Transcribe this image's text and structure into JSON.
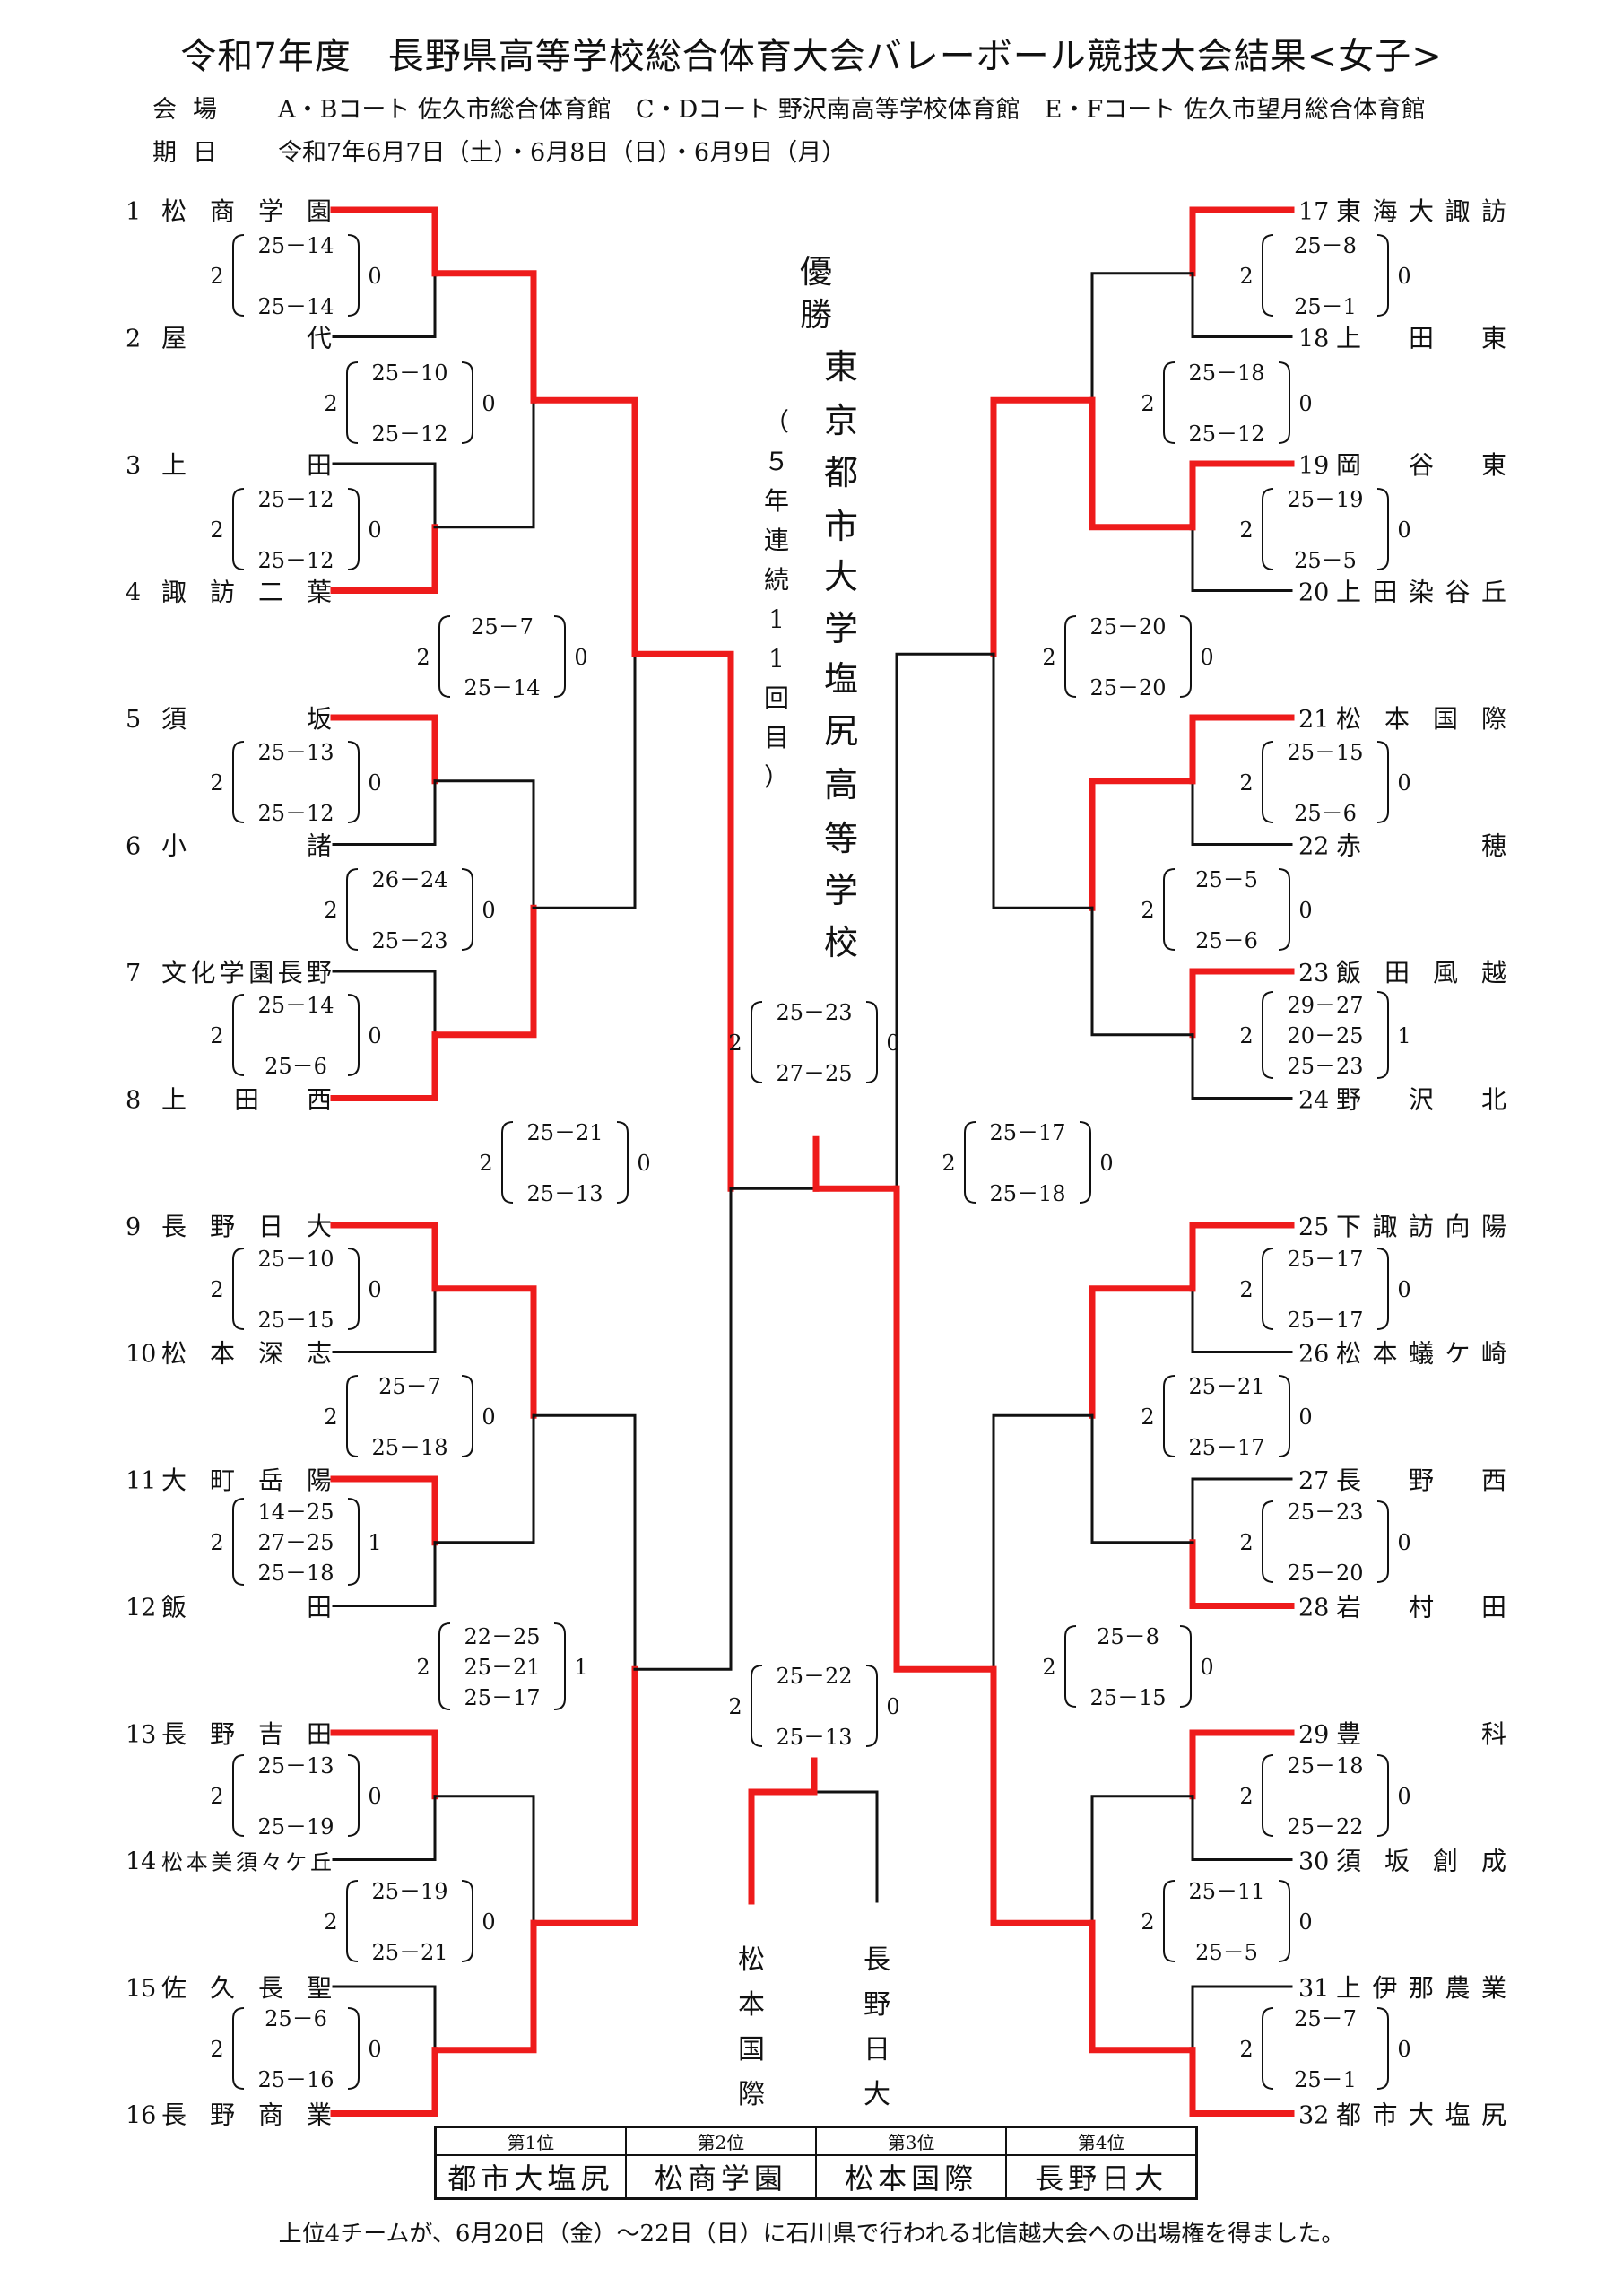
{
  "title": "令和7年度　長野県高等学校総合体育大会バレーボール競技大会結果<女子>",
  "venue_label": "会場",
  "venue_value": "A・Bコート 佐久市総合体育館　C・Dコート 野沢南高等学校体育館　E・Fコート 佐久市望月総合体育館",
  "date_label": "期日",
  "date_value": "令和7年6月7日（土）・6月8日（日）・6月9日（月）",
  "champion": {
    "label": "優勝",
    "school": "東京都市大学塩尻高等学校",
    "note": "（５年連続11回目）"
  },
  "teams": [
    {
      "no": "1",
      "name": "松商学園"
    },
    {
      "no": "2",
      "name": "屋代"
    },
    {
      "no": "3",
      "name": "上田"
    },
    {
      "no": "4",
      "name": "諏訪二葉"
    },
    {
      "no": "5",
      "name": "須坂"
    },
    {
      "no": "6",
      "name": "小諸"
    },
    {
      "no": "7",
      "name": "文化学園長野"
    },
    {
      "no": "8",
      "name": "上田西"
    },
    {
      "no": "9",
      "name": "長野日大"
    },
    {
      "no": "10",
      "name": "松本深志"
    },
    {
      "no": "11",
      "name": "大町岳陽"
    },
    {
      "no": "12",
      "name": "飯田"
    },
    {
      "no": "13",
      "name": "長野吉田"
    },
    {
      "no": "14",
      "name": "松本美須々ケ丘"
    },
    {
      "no": "15",
      "name": "佐久長聖"
    },
    {
      "no": "16",
      "name": "長野商業"
    },
    {
      "no": "17",
      "name": "東海大諏訪"
    },
    {
      "no": "18",
      "name": "上田東"
    },
    {
      "no": "19",
      "name": "岡谷東"
    },
    {
      "no": "20",
      "name": "上田染谷丘"
    },
    {
      "no": "21",
      "name": "松本国際"
    },
    {
      "no": "22",
      "name": "赤穂"
    },
    {
      "no": "23",
      "name": "飯田風越"
    },
    {
      "no": "24",
      "name": "野沢北"
    },
    {
      "no": "25",
      "name": "下諏訪向陽"
    },
    {
      "no": "26",
      "name": "松本蟻ケ崎"
    },
    {
      "no": "27",
      "name": "長野西"
    },
    {
      "no": "28",
      "name": "岩村田"
    },
    {
      "no": "29",
      "name": "豊科"
    },
    {
      "no": "30",
      "name": "須坂創成"
    },
    {
      "no": "31",
      "name": "上伊那農業"
    },
    {
      "no": "32",
      "name": "都市大塩尻"
    }
  ],
  "matches": [
    {
      "left": "2",
      "sets": [
        "25－14",
        "25－14"
      ],
      "right": "0"
    },
    {
      "left": "2",
      "sets": [
        "25－10",
        "25－12"
      ],
      "right": "0"
    },
    {
      "left": "2",
      "sets": [
        "25－12",
        "25－12"
      ],
      "right": "0"
    },
    {
      "left": "2",
      "sets": [
        "25－7",
        "25－14"
      ],
      "right": "0"
    },
    {
      "left": "2",
      "sets": [
        "25－13",
        "25－12"
      ],
      "right": "0"
    },
    {
      "left": "2",
      "sets": [
        "26－24",
        "25－23"
      ],
      "right": "0"
    },
    {
      "left": "2",
      "sets": [
        "25－14",
        "25－6"
      ],
      "right": "0"
    },
    {
      "left": "2",
      "sets": [
        "25－21",
        "25－13"
      ],
      "right": "0"
    },
    {
      "left": "2",
      "sets": [
        "25－10",
        "25－15"
      ],
      "right": "0"
    },
    {
      "left": "2",
      "sets": [
        "25－7",
        "25－18"
      ],
      "right": "0"
    },
    {
      "left": "2",
      "sets": [
        "14－25",
        "27－25",
        "25－18"
      ],
      "right": "1"
    },
    {
      "left": "2",
      "sets": [
        "22－25",
        "25－21",
        "25－17"
      ],
      "right": "1"
    },
    {
      "left": "2",
      "sets": [
        "25－13",
        "25－19"
      ],
      "right": "0"
    },
    {
      "left": "2",
      "sets": [
        "25－19",
        "25－21"
      ],
      "right": "0"
    },
    {
      "left": "2",
      "sets": [
        "25－6",
        "25－16"
      ],
      "right": "0"
    },
    {
      "left": "2",
      "sets": [
        "25－23",
        "27－25"
      ],
      "right": "0"
    },
    {
      "left": "2",
      "sets": [
        "25－22",
        "25－13"
      ],
      "right": "0"
    },
    {
      "left": "2",
      "sets": [
        "25－8",
        "25－1"
      ],
      "right": "0"
    },
    {
      "left": "2",
      "sets": [
        "25－18",
        "25－12"
      ],
      "right": "0"
    },
    {
      "left": "2",
      "sets": [
        "25－19",
        "25－5"
      ],
      "right": "0"
    },
    {
      "left": "2",
      "sets": [
        "25－20",
        "25－20"
      ],
      "right": "0"
    },
    {
      "left": "2",
      "sets": [
        "25－15",
        "25－6"
      ],
      "right": "0"
    },
    {
      "left": "2",
      "sets": [
        "25－5",
        "25－6"
      ],
      "right": "0"
    },
    {
      "left": "2",
      "sets": [
        "29－27",
        "20－25",
        "25－23"
      ],
      "right": "1"
    },
    {
      "left": "2",
      "sets": [
        "25－17",
        "25－18"
      ],
      "right": "0"
    },
    {
      "left": "2",
      "sets": [
        "25－17",
        "25－17"
      ],
      "right": "0"
    },
    {
      "left": "2",
      "sets": [
        "25－21",
        "25－17"
      ],
      "right": "0"
    },
    {
      "left": "2",
      "sets": [
        "25－23",
        "25－20"
      ],
      "right": "0"
    },
    {
      "left": "2",
      "sets": [
        "25－8",
        "25－15"
      ],
      "right": "0"
    },
    {
      "left": "2",
      "sets": [
        "25－18",
        "25－22"
      ],
      "right": "0"
    },
    {
      "left": "2",
      "sets": [
        "25－11",
        "25－5"
      ],
      "right": "0"
    },
    {
      "left": "2",
      "sets": [
        "25－7",
        "25－1"
      ],
      "right": "0"
    }
  ],
  "third_place": {
    "team_a": "松本国際",
    "team_b": "長野日大"
  },
  "results": {
    "headers": [
      "第1位",
      "第2位",
      "第3位",
      "第4位"
    ],
    "values": [
      "都市大塩尻",
      "松商学園",
      "松本国際",
      "長野日大"
    ]
  },
  "footer": "上位4チームが、6月20日（金）～22日（日）に石川県で行われる北信越大会への出場権を得ました。",
  "colors": {
    "win": "#ee1b1b",
    "line": "#111111"
  }
}
